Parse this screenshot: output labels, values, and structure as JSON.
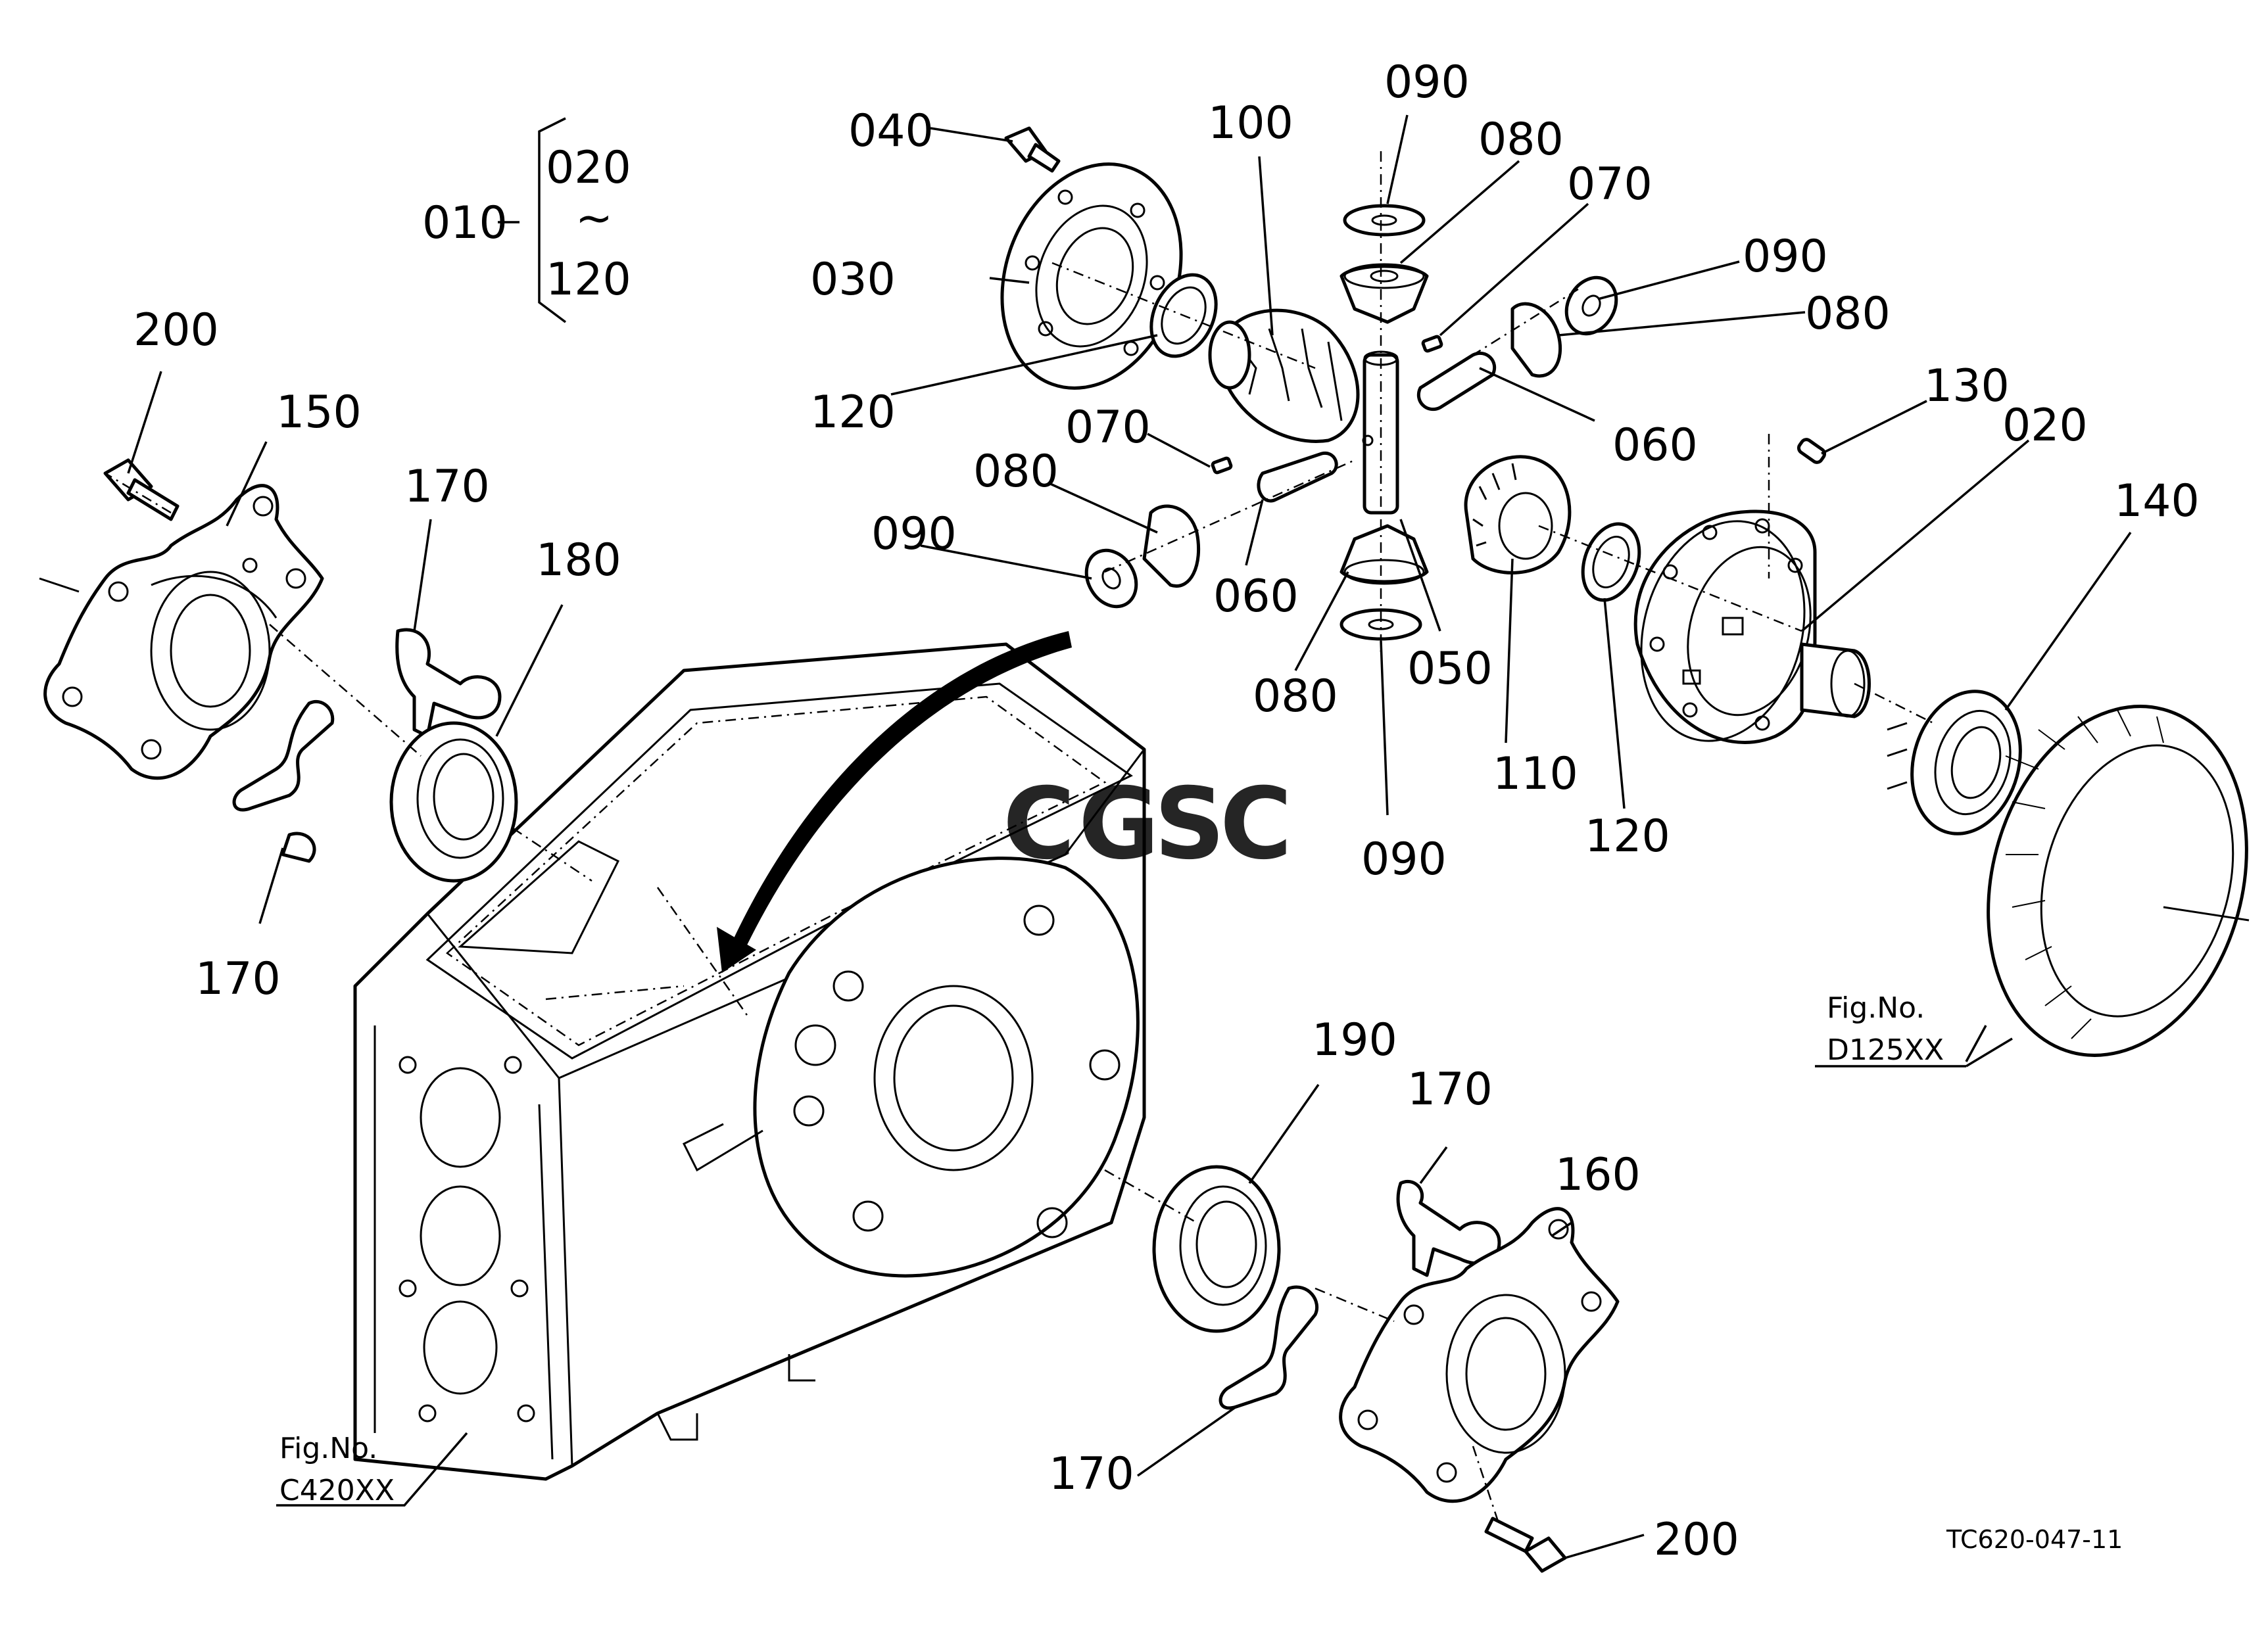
{
  "labels": {
    "l010": "010",
    "l020a": "020",
    "tilde": "~",
    "l120a": "120",
    "l040": "040",
    "l030": "030",
    "l120b": "120",
    "l100": "100",
    "l090a": "090",
    "l080a": "080",
    "l070a": "070",
    "l090b": "090",
    "l080b": "080",
    "l060a": "060",
    "l130": "130",
    "l020b": "020",
    "l140": "140",
    "l070b": "070",
    "l080c": "080",
    "l090c": "090",
    "l060b": "060",
    "l080d": "080",
    "l050": "050",
    "l110": "110",
    "l120c": "120",
    "l090d": "090",
    "l200a": "200",
    "l150": "150",
    "l170a": "170",
    "l180": "180",
    "l170b": "170",
    "l190": "190",
    "l170c": "170",
    "l160": "160",
    "l170d": "170",
    "l200b": "200"
  },
  "fig_refs": {
    "d125_prefix": "Fig.No.",
    "d125_code": "D125XX",
    "c420_prefix": "Fig.No.",
    "c420_code": "C420XX"
  },
  "drawing_code": "TC620-047-11",
  "watermark": {
    "letters": [
      "C",
      "G",
      "S",
      "C"
    ],
    "colors": [
      "#4a7fd6",
      "#e8756a",
      "#f5c84a",
      "#5fb88a"
    ]
  }
}
